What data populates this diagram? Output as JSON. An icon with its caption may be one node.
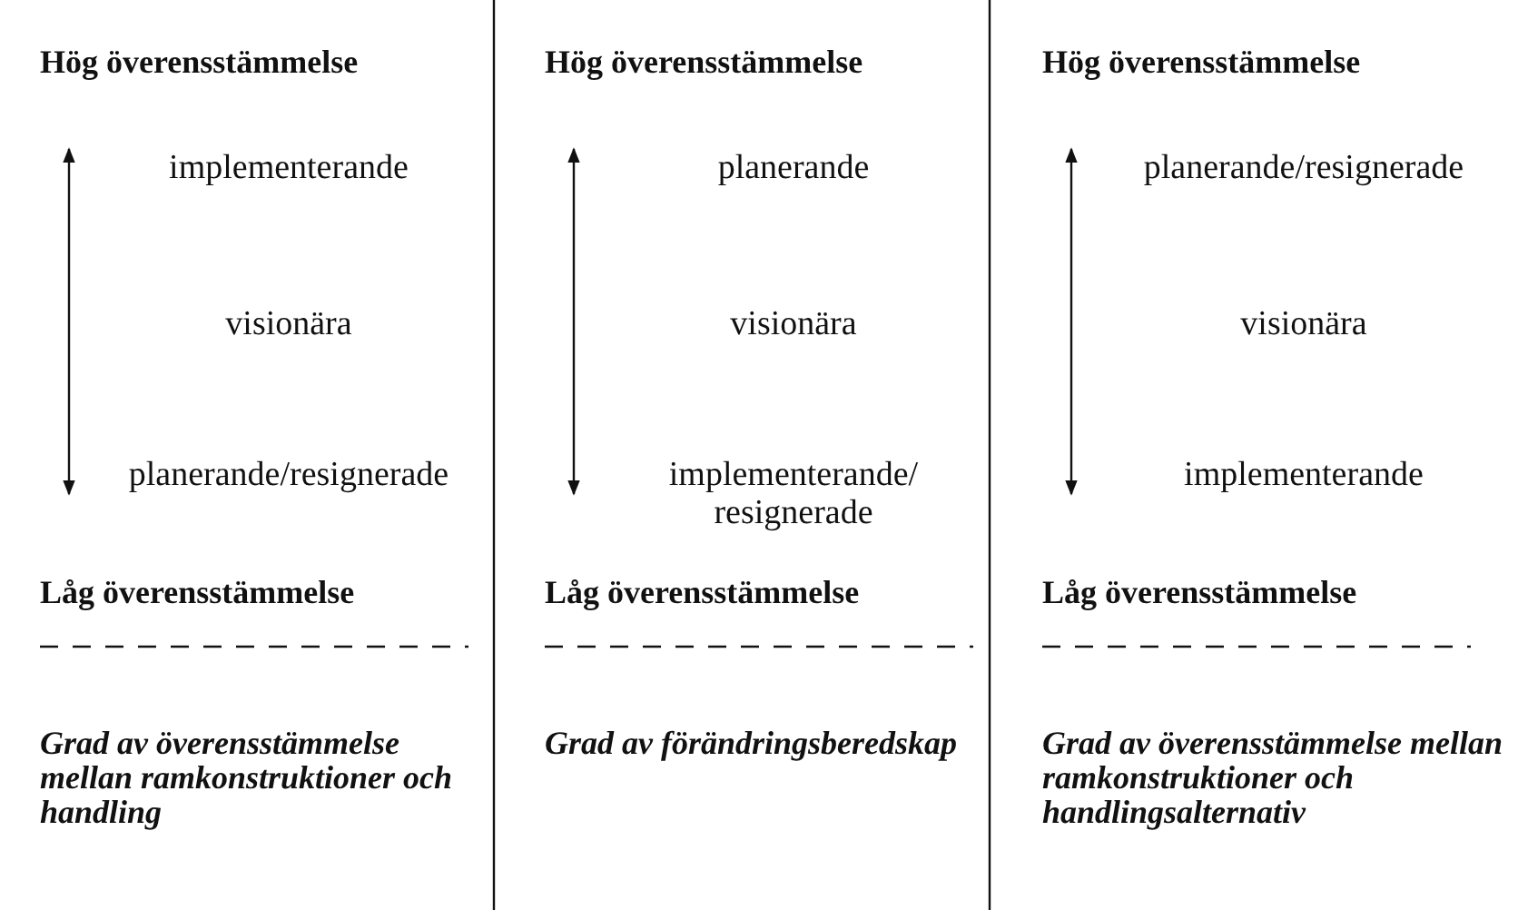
{
  "diagram": {
    "labels": [
      "Hög överensstämmelse",
      "Hög överensstämmelse",
      "Hög överensstämmelse",
      "implementerande",
      "planerande",
      "planerande/resignerade",
      "visionära",
      "visionära",
      "visionära",
      "planerande/resignerade",
      "implementerande/ resignerade",
      "implementerande",
      "Låg överensstämmelse",
      "Låg överensstämmelse",
      "Låg överensstämmelse",
      "Grad av överensstämmelse mellan ramkonstruktioner och handling",
      "Grad av förändringsberedskap",
      "Grad av överensstämmelse mellan ramkonstruktioner och handlingsalternativ"
    ]
  }
}
